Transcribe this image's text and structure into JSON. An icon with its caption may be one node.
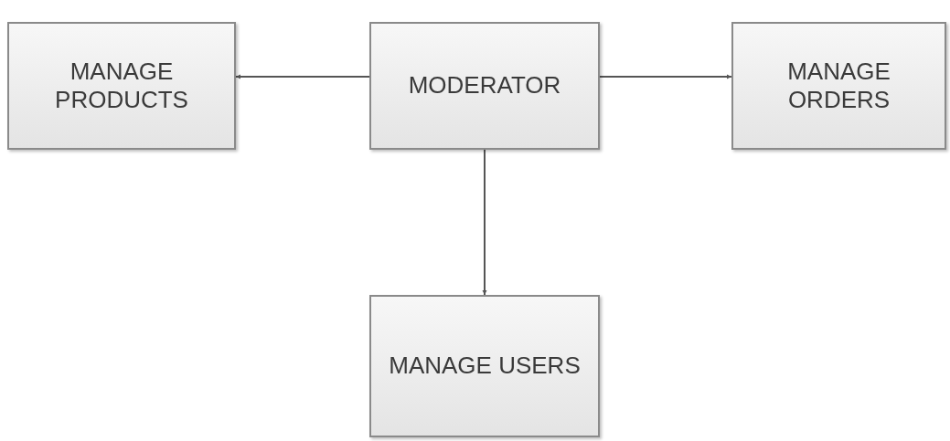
{
  "diagram": {
    "nodes": [
      {
        "text": [
          "MANAGE PRODUCTS"
        ]
      },
      {
        "text": [
          "MODERATOR"
        ]
      },
      {
        "text": [
          "MANAGE ORDERS"
        ]
      },
      {
        "text": [
          "MANAGE USERS"
        ]
      }
    ],
    "edges": [
      {
        "from": 1,
        "to": 0,
        "arrow": "to"
      },
      {
        "from": 1,
        "to": 2,
        "arrow": "to"
      },
      {
        "from": 1,
        "to": 3,
        "arrow": "to"
      }
    ]
  }
}
